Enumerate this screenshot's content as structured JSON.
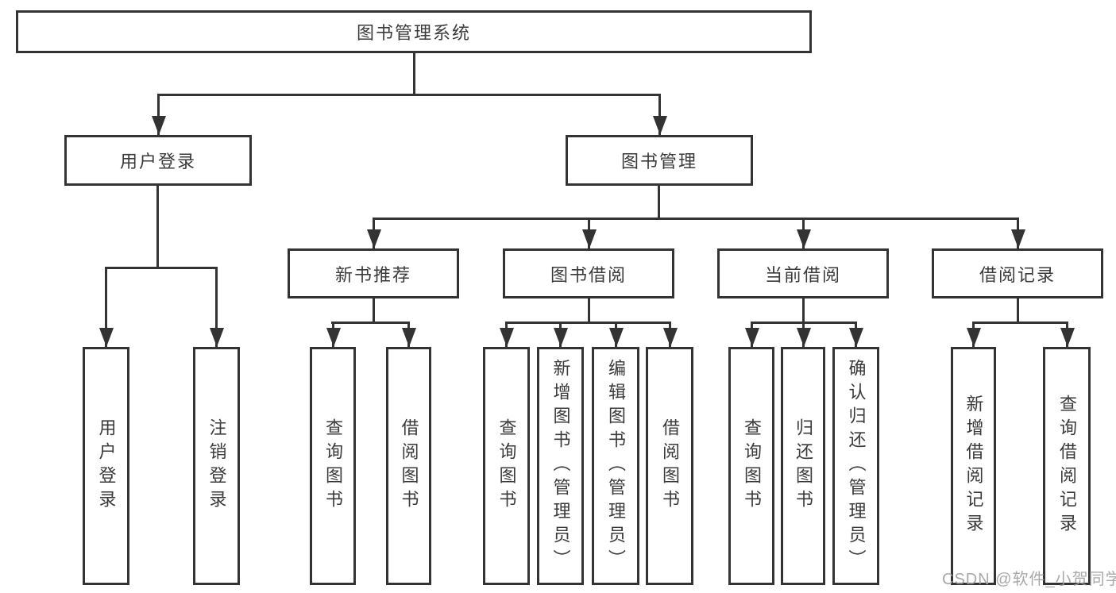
{
  "tree": {
    "label": "图书管理系统",
    "children": [
      {
        "label": "用户登录",
        "children": [
          {
            "label": "用户登录"
          },
          {
            "label": "注销登录"
          }
        ]
      },
      {
        "label": "图书管理",
        "children": [
          {
            "label": "新书推荐",
            "children": [
              {
                "label": "查询图书"
              },
              {
                "label": "借阅图书"
              }
            ]
          },
          {
            "label": "图书借阅",
            "children": [
              {
                "label": "查询图书"
              },
              {
                "label": "新增图书（管理员）"
              },
              {
                "label": "编辑图书（管理员）"
              },
              {
                "label": "借阅图书"
              }
            ]
          },
          {
            "label": "当前借阅",
            "children": [
              {
                "label": "查询图书"
              },
              {
                "label": "归还图书"
              },
              {
                "label": "确认归还（管理员）"
              }
            ]
          },
          {
            "label": "借阅记录",
            "children": [
              {
                "label": "新增借阅记录"
              },
              {
                "label": "查询借阅记录"
              }
            ]
          }
        ]
      }
    ]
  },
  "watermark": "CSDN @软件_小贺同学",
  "colors": {
    "line": "#333333",
    "text": "#3a3a3a",
    "watermark": "#a0a0a0",
    "background": "#ffffff"
  }
}
